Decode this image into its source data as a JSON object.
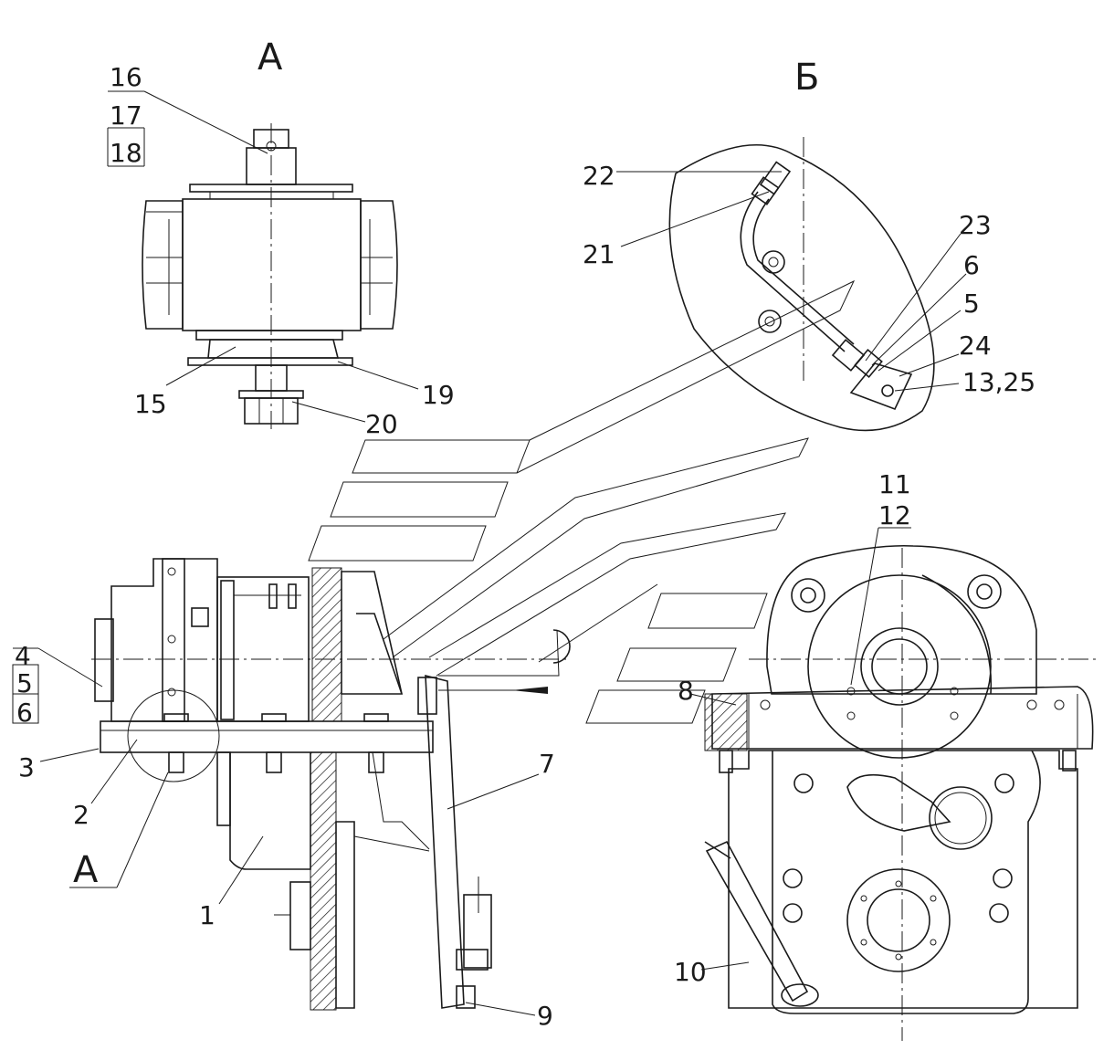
{
  "views": {
    "view_a_top": "A",
    "view_b_top": "Б",
    "view_a_main": "А"
  },
  "callouts": {
    "c16": "16",
    "c17": "17",
    "c18": "18",
    "c15": "15",
    "c19": "19",
    "c20": "20",
    "c22": "22",
    "c21": "21",
    "c23": "23",
    "c6b": "6",
    "c5b": "5",
    "c24": "24",
    "c1325": "13,25",
    "c4": "4",
    "c5": "5",
    "c6": "6",
    "c3": "3",
    "c2": "2",
    "c1": "1",
    "c7": "7",
    "c8": "8",
    "c9": "9",
    "c10": "10",
    "c11": "11",
    "c12": "12"
  }
}
